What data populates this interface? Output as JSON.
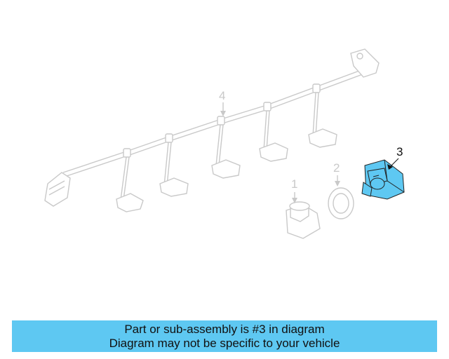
{
  "diagram": {
    "callouts": [
      {
        "id": "1",
        "text": "1",
        "highlighted": false
      },
      {
        "id": "2",
        "text": "2",
        "highlighted": false
      },
      {
        "id": "3",
        "text": "3",
        "highlighted": true
      },
      {
        "id": "4",
        "text": "4",
        "highlighted": false
      }
    ]
  },
  "colors": {
    "highlight": "#5ec8f2",
    "faded_line": "#c9c9c9",
    "caption_bg": "#5ec8f2",
    "text": "#111111"
  },
  "caption": {
    "line1": "Part or sub-assembly is #3 in diagram",
    "line2": "Diagram may not be specific to your vehicle"
  }
}
